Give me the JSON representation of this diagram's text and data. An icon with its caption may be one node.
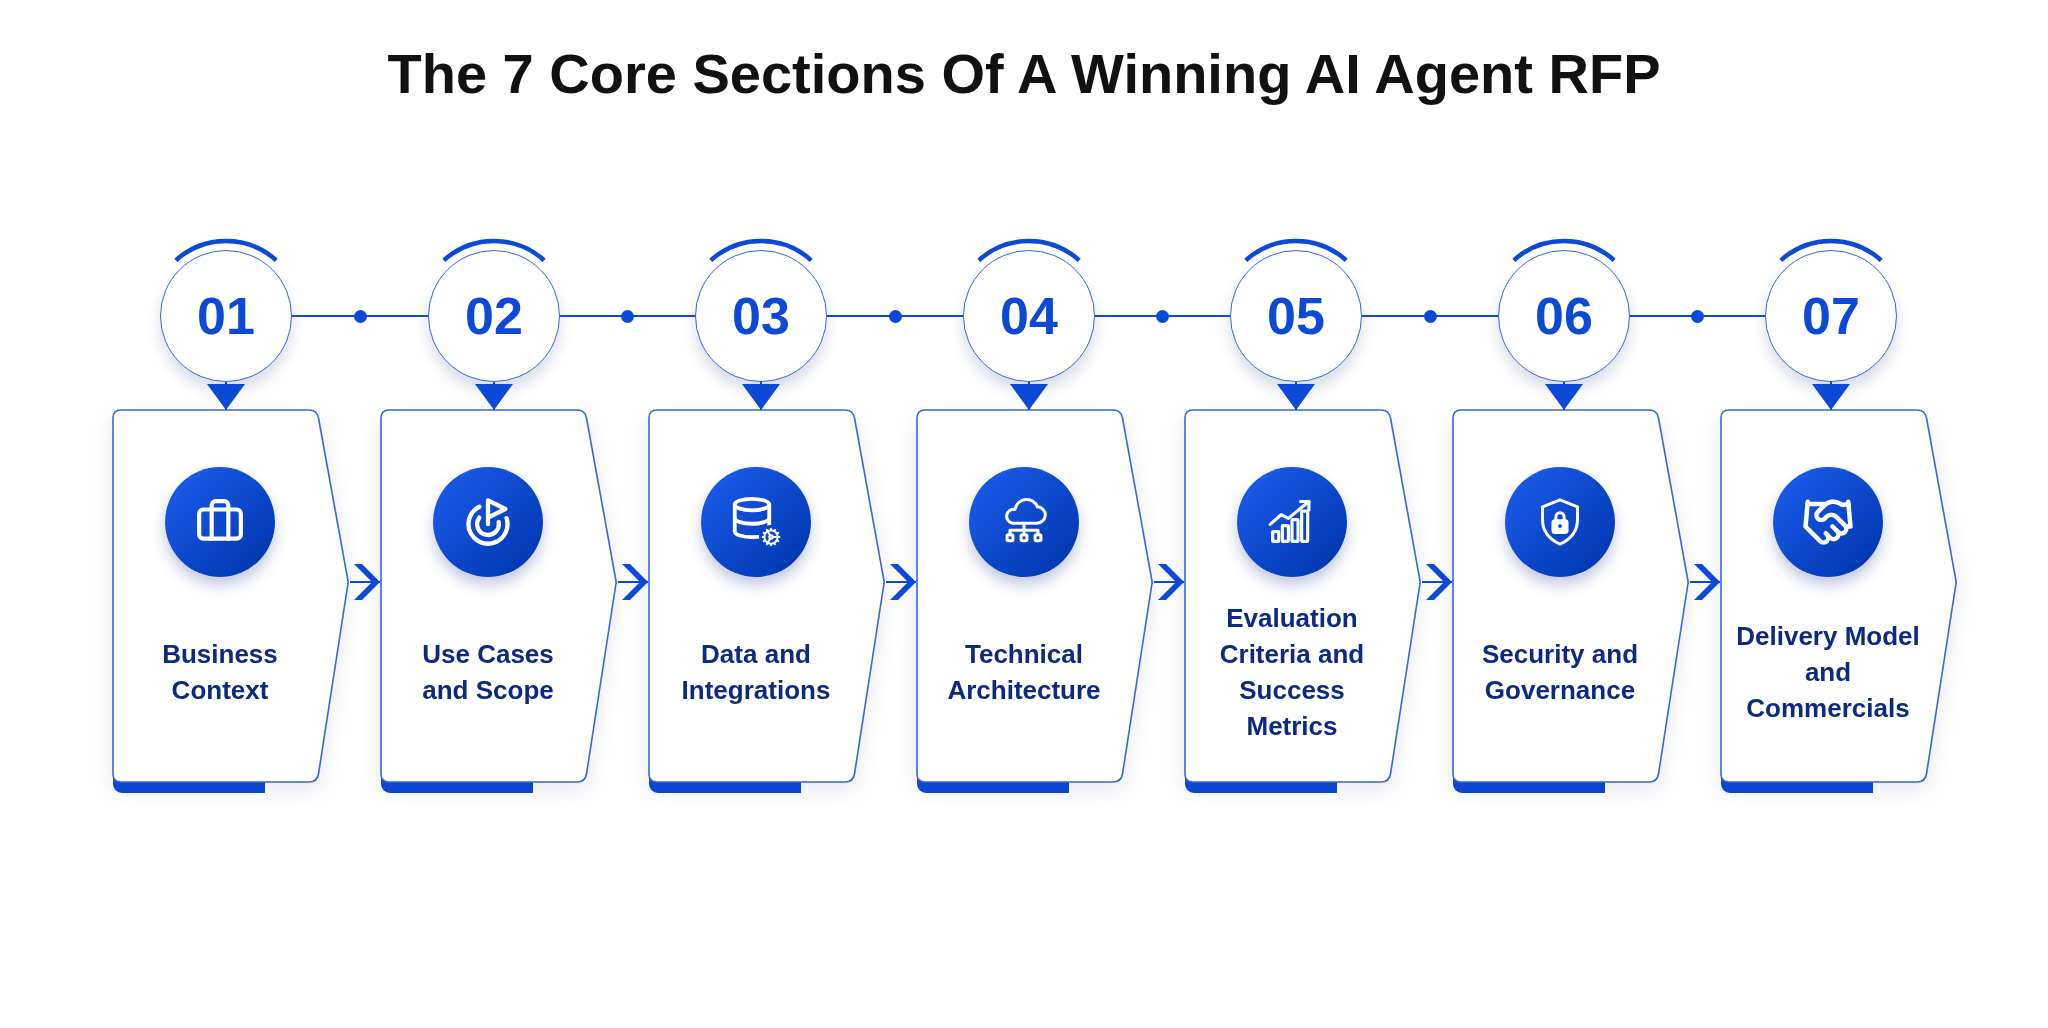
{
  "diagram": {
    "title": "The 7 Core Sections Of A Winning AI Agent RFP",
    "nodes": [
      {
        "text": [
          "01"
        ]
      },
      {
        "text": [
          "02"
        ]
      },
      {
        "text": [
          "03"
        ]
      },
      {
        "text": [
          "04"
        ]
      },
      {
        "text": [
          "05"
        ]
      },
      {
        "text": [
          "06"
        ]
      },
      {
        "text": [
          "07"
        ]
      },
      {
        "text": [
          "Business Context"
        ]
      },
      {
        "text": [
          "Use Cases and Scope"
        ]
      },
      {
        "text": [
          "Data and Integrations"
        ]
      },
      {
        "text": [
          "Technical Architecture"
        ]
      },
      {
        "text": [
          "Evaluation Criteria and Success Metrics"
        ]
      },
      {
        "text": [
          "Security and Governance"
        ]
      },
      {
        "text": [
          "Delivery Model and Commercials"
        ]
      }
    ],
    "edges": [
      {
        "from": 0,
        "to": 1,
        "arrow": "none"
      },
      {
        "from": 1,
        "to": 2,
        "arrow": "none"
      },
      {
        "from": 2,
        "to": 3,
        "arrow": "none"
      },
      {
        "from": 3,
        "to": 4,
        "arrow": "none"
      },
      {
        "from": 4,
        "to": 5,
        "arrow": "none"
      },
      {
        "from": 5,
        "to": 6,
        "arrow": "none"
      },
      {
        "from": 0,
        "to": 7,
        "arrow": "to"
      },
      {
        "from": 1,
        "to": 8,
        "arrow": "to"
      },
      {
        "from": 2,
        "to": 9,
        "arrow": "to"
      },
      {
        "from": 3,
        "to": 10,
        "arrow": "to"
      },
      {
        "from": 4,
        "to": 11,
        "arrow": "to"
      },
      {
        "from": 5,
        "to": 12,
        "arrow": "to"
      },
      {
        "from": 6,
        "to": 13,
        "arrow": "to"
      },
      {
        "from": 7,
        "to": 8,
        "arrow": "to"
      },
      {
        "from": 8,
        "to": 9,
        "arrow": "to"
      },
      {
        "from": 9,
        "to": 10,
        "arrow": "to"
      },
      {
        "from": 10,
        "to": 11,
        "arrow": "to"
      },
      {
        "from": 11,
        "to": 12,
        "arrow": "to"
      },
      {
        "from": 12,
        "to": 13,
        "arrow": "to"
      }
    ]
  }
}
